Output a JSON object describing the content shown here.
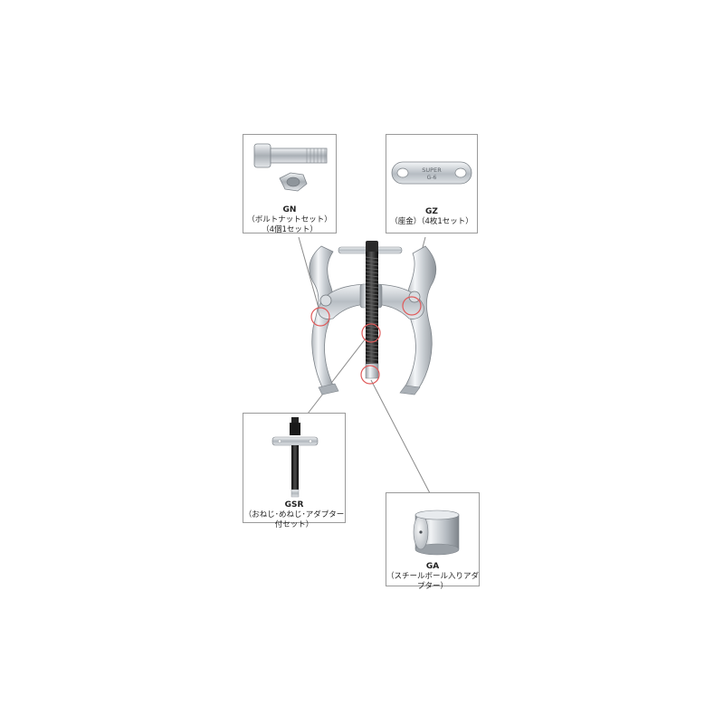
{
  "parts": {
    "gn": {
      "code": "GN",
      "desc1": "（ボルトナットセット）",
      "desc2": "（4個1セット）"
    },
    "gz": {
      "code": "GZ",
      "desc1": "（座金）（4枚1セット）"
    },
    "gsr": {
      "code": "GSR",
      "desc1": "（おねじ･めねじ･アダプター付セット）"
    },
    "ga": {
      "code": "GA",
      "desc1": "（スチールボール入りアダプター）"
    }
  },
  "washer_marking": {
    "line1": "SUPER",
    "line2": "G-6"
  },
  "colors": {
    "highlight_circle": "#e05a5a",
    "leader_line": "#8a8a8a",
    "box_border": "#9a9a9a"
  },
  "icons": [
    "bolt-nut-icon",
    "washer-plate-icon",
    "screw-spindle-icon",
    "steel-ball-adapter-icon",
    "gear-puller-icon"
  ]
}
